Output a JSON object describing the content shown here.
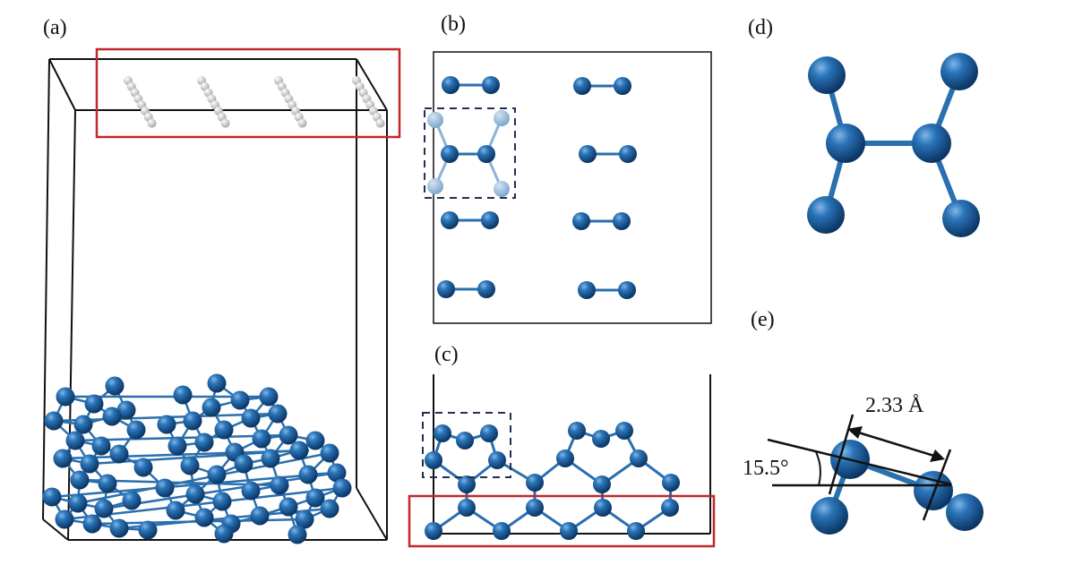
{
  "panels": {
    "a": {
      "label": "(a)"
    },
    "b": {
      "label": "(b)"
    },
    "c": {
      "label": "(c)"
    },
    "d": {
      "label": "(d)"
    },
    "e": {
      "label": "(e)",
      "bond_length": "2.33 Å",
      "angle": "15.5°"
    }
  },
  "colors": {
    "atom": "#1f5fa0",
    "atom_faded": "#8fb3d6",
    "atom_white": "#e8e8e8",
    "bond": "#2a6fae",
    "box": "#111111",
    "highlight": "#c0282d",
    "dashed": "#223050"
  }
}
